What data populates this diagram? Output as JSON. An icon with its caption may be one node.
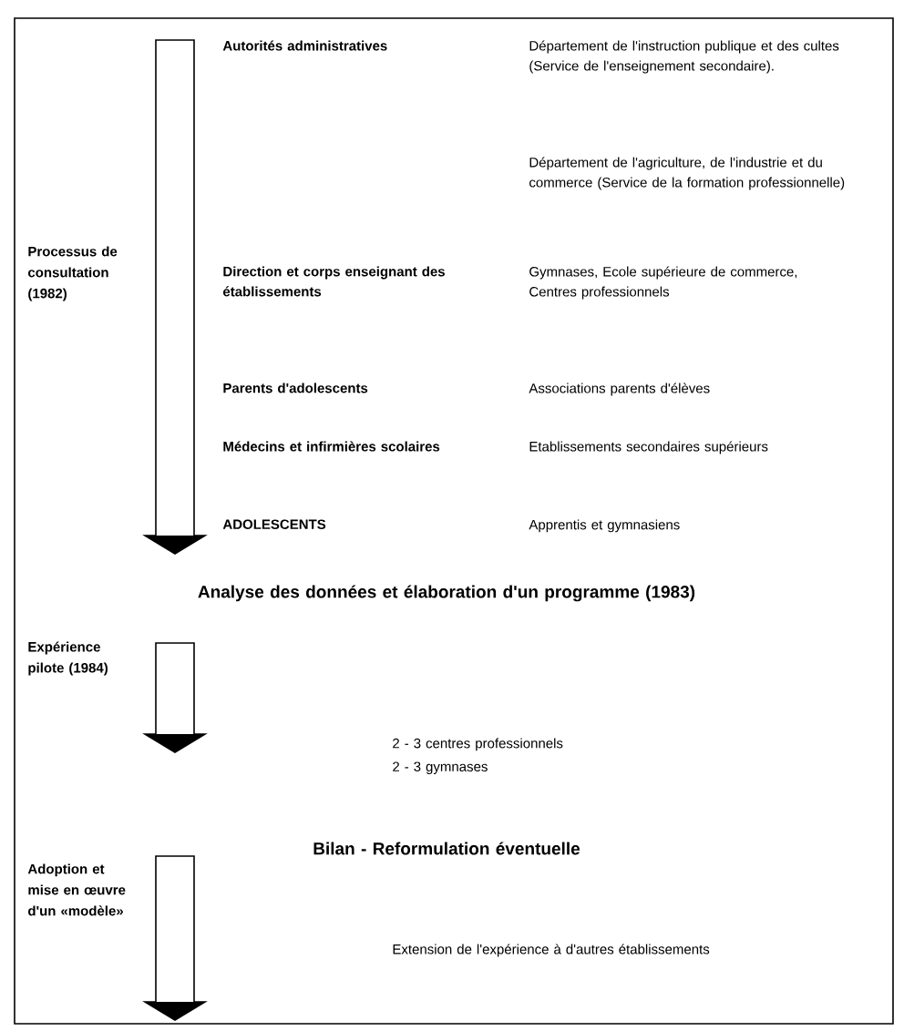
{
  "diagram": {
    "nodes": [
      {
        "text": [],
        "shape": "arrow",
        "beside": [
          "Processus de consultation (1982)"
        ]
      },
      {
        "text": [],
        "shape": "arrow",
        "beside": [
          "Expérience pilote (1984)"
        ]
      },
      {
        "text": [],
        "shape": "arrow",
        "beside": [
          "Adoption et mise en œuvre d'un «modèle»"
        ]
      }
    ],
    "labels": [
      "Autorités administratives",
      "Département de l'instruction publique et des cultes (Service de l'enseignement secondaire).",
      "Département de l'agriculture, de l'industrie et du commerce (Service de la formation professionnelle)",
      "Direction et corps enseignant des établissements",
      "Gymnases, Ecole supérieure de commerce, Centres professionnels",
      "Parents d'adolescents",
      "Associations parents d'élèves",
      "Médecins et infirmières scolaires",
      "Etablissements secondaires supérieurs",
      "ADOLESCENTS",
      "Apprentis et gymnasiens",
      "Analyse des données et élaboration d'un programme (1983)",
      "2 - 3 centres professionnels",
      "2 - 3 gymnases",
      "Bilan - Reformulation éventuelle",
      "Extension de l'expérience à d'autres établissements"
    ]
  }
}
